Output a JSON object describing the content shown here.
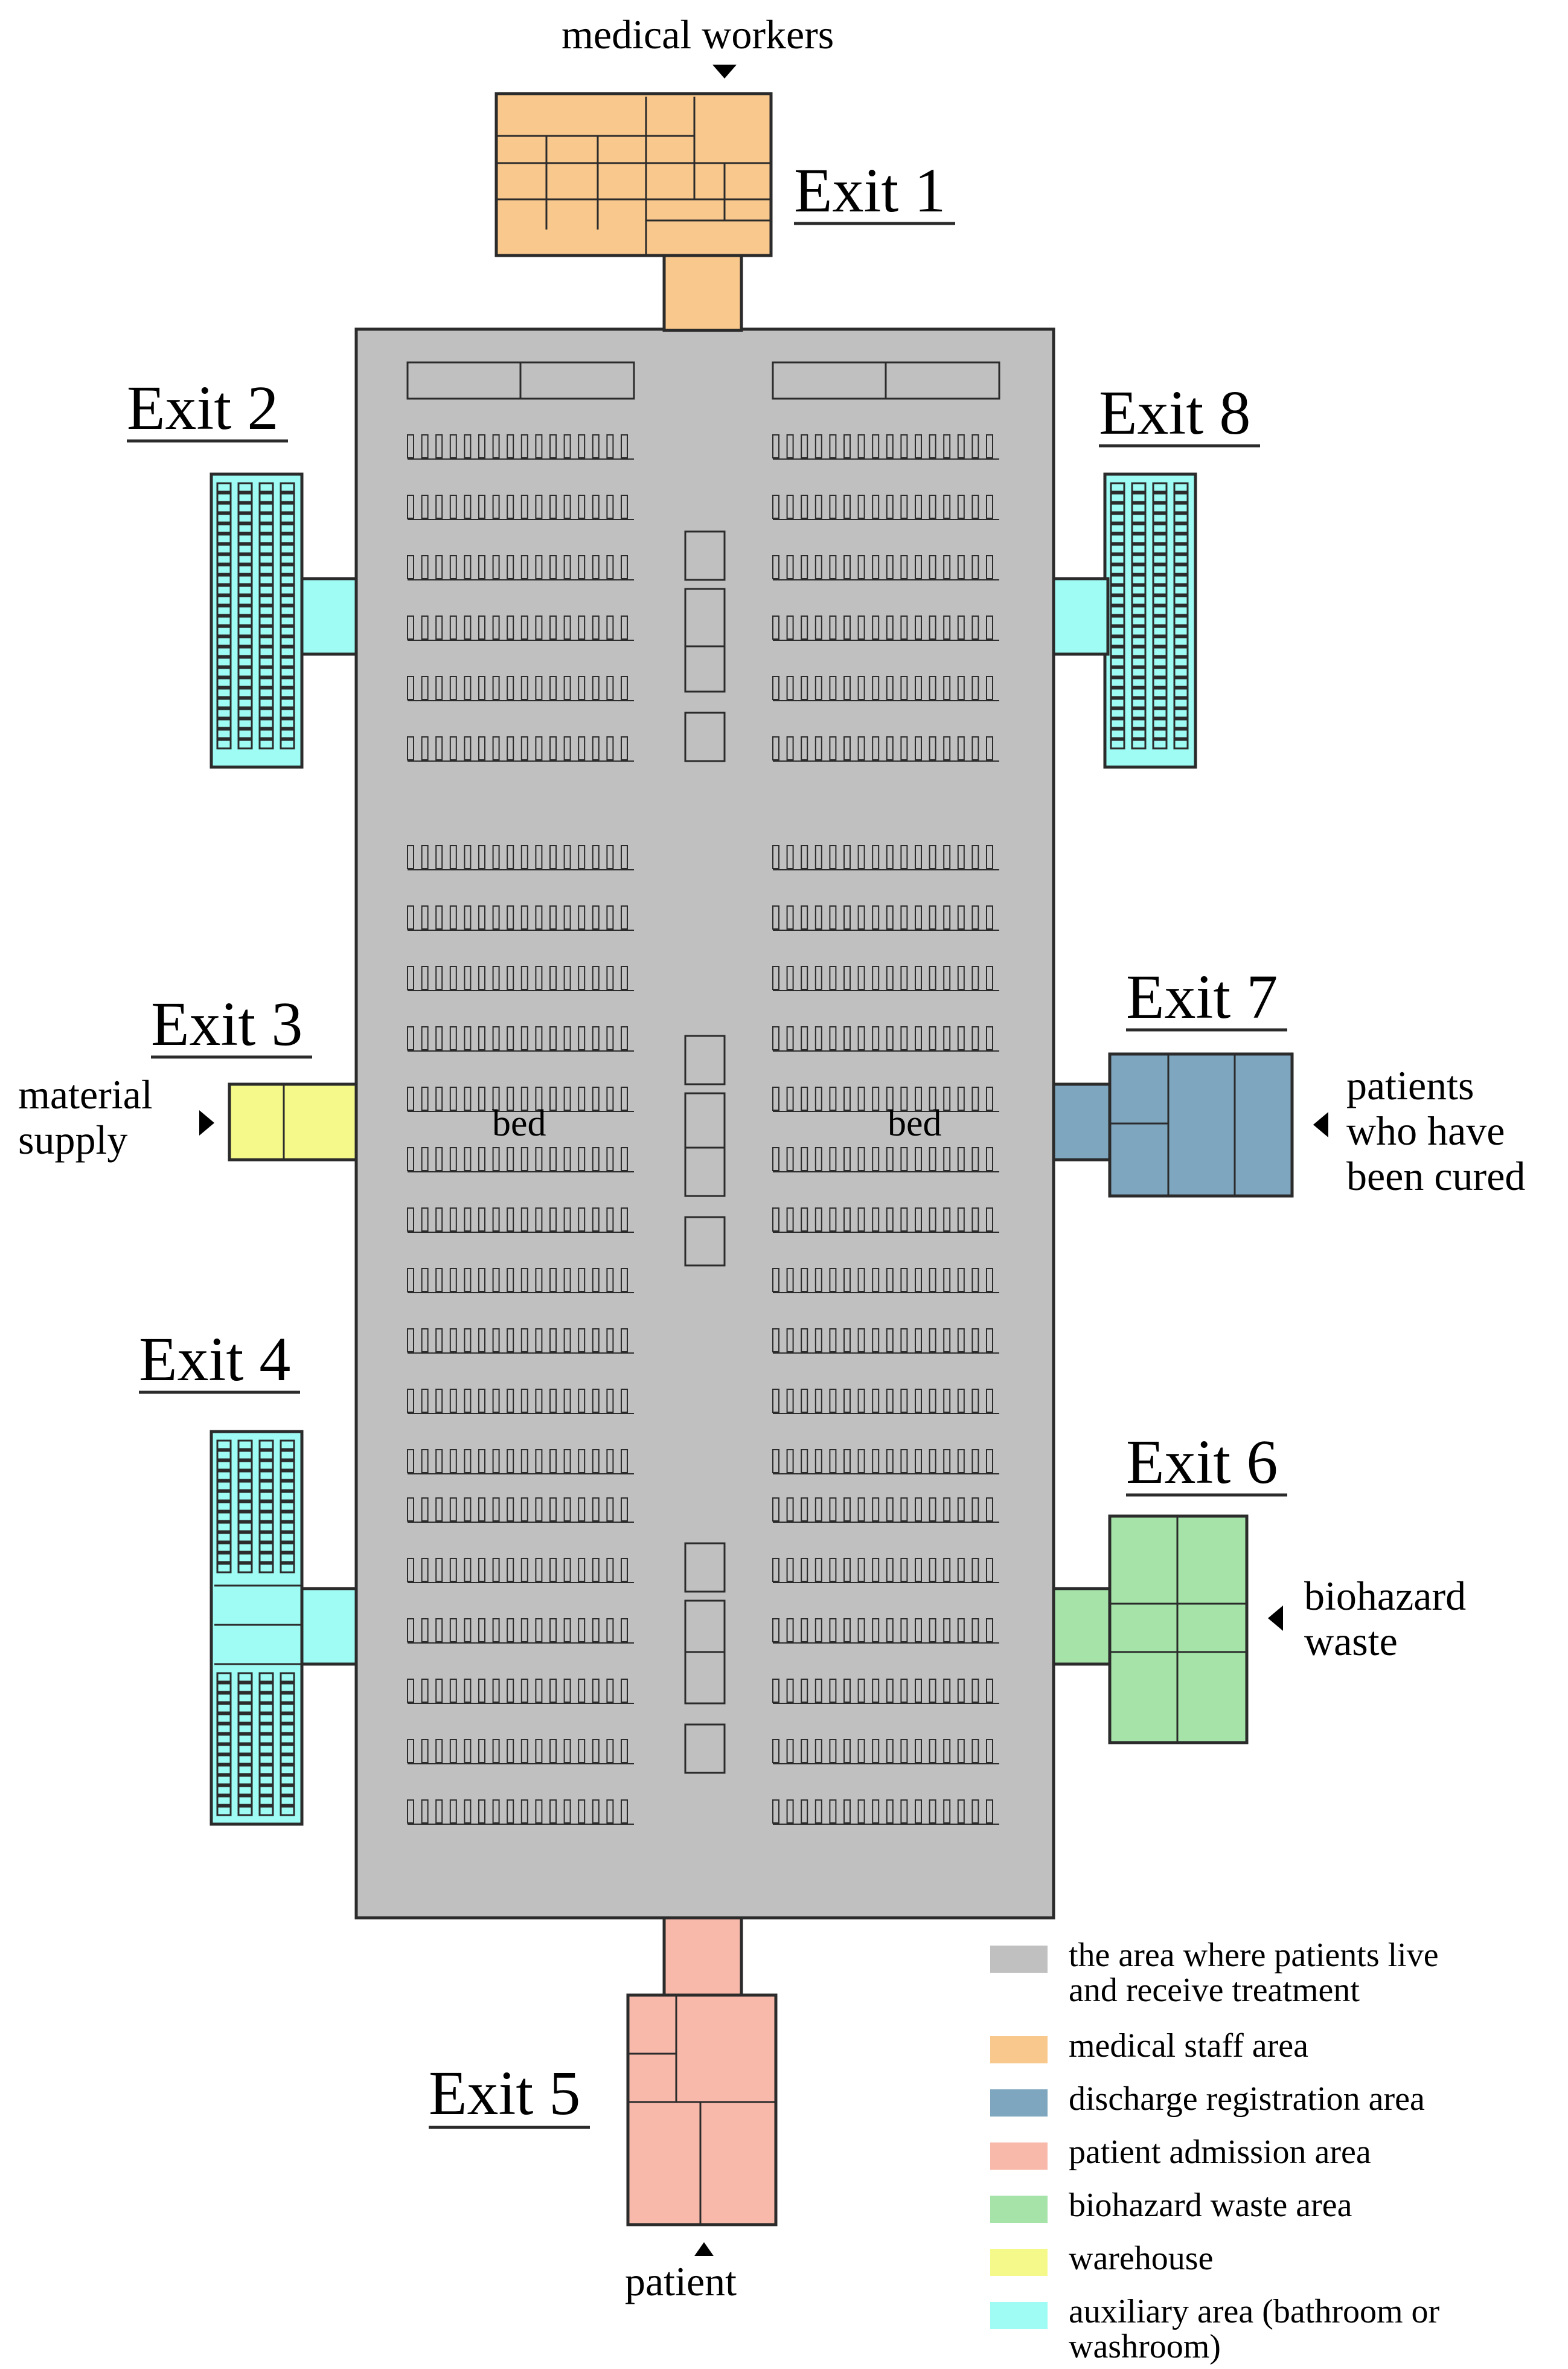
{
  "exits": [
    {
      "id": "exit-1",
      "label": "Exit 1"
    },
    {
      "id": "exit-2",
      "label": "Exit 2"
    },
    {
      "id": "exit-3",
      "label": "Exit 3"
    },
    {
      "id": "exit-4",
      "label": "Exit 4"
    },
    {
      "id": "exit-5",
      "label": "Exit 5"
    },
    {
      "id": "exit-6",
      "label": "Exit 6"
    },
    {
      "id": "exit-7",
      "label": "Exit 7"
    },
    {
      "id": "exit-8",
      "label": "Exit 8"
    }
  ],
  "flows": {
    "medical_workers": "medical workers",
    "material_supply": [
      "material",
      "supply"
    ],
    "cured_patients": [
      "patients",
      "who have",
      "been cured"
    ],
    "biohazard_waste": [
      "biohazard",
      "waste"
    ],
    "patient": "patient"
  },
  "beds": {
    "left": "bed",
    "right": "bed"
  },
  "colors": {
    "treatment": "#c0c0c0",
    "staff": "#f9c88d",
    "discharge": "#7ea6bf",
    "admission": "#f8b8aa",
    "biohazard": "#a5e3a8",
    "warehouse": "#f5f98a",
    "auxiliary": "#9efcf4",
    "line": "#2b2b2b"
  },
  "legend": [
    {
      "key": "treatment",
      "lines": [
        "the area where patients live",
        "and receive treatment"
      ]
    },
    {
      "key": "staff",
      "lines": [
        "medical staff area"
      ]
    },
    {
      "key": "discharge",
      "lines": [
        "discharge registration area"
      ]
    },
    {
      "key": "admission",
      "lines": [
        "patient admission area"
      ]
    },
    {
      "key": "biohazard",
      "lines": [
        "biohazard waste area"
      ]
    },
    {
      "key": "warehouse",
      "lines": [
        "warehouse"
      ]
    },
    {
      "key": "auxiliary",
      "lines": [
        "auxiliary area (bathroom or",
        "washroom)"
      ]
    }
  ]
}
